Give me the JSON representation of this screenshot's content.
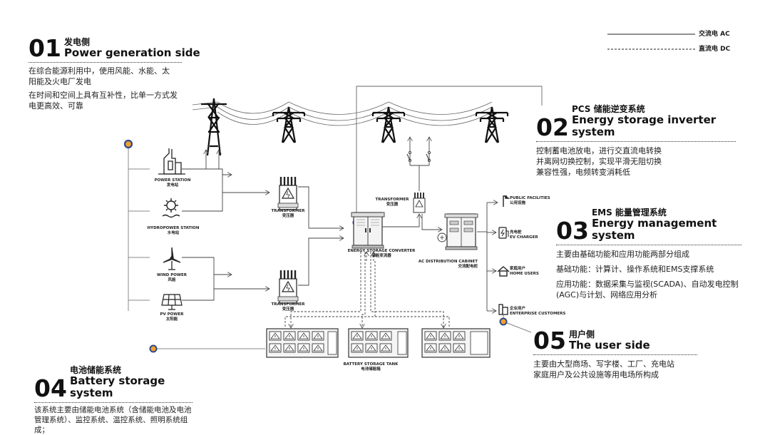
{
  "legend": {
    "ac": "交流电 AC",
    "dc": "直流电 DC"
  },
  "sections": {
    "s01": {
      "num": "01",
      "cn": "发电侧",
      "en": "Power generation side",
      "p1": "在综合能源利用中，使用风能、水能、太阳能及火电厂发电",
      "p2": "在时间和空间上具有互补性，比单一方式发电更高效、可靠"
    },
    "s02": {
      "num": "02",
      "cn": "PCS 储能逆变系统",
      "en": "Energy storage inverter system",
      "lines": [
        "控制蓄电池放电，进行交直流电转换",
        "并离网切换控制，实现平滑无阻切换",
        "兼容性强，电频转变消耗低"
      ]
    },
    "s03": {
      "num": "03",
      "cn": "EMS 能量管理系统",
      "en": "Energy management system",
      "p1": "主要由基础功能和应用功能两部分组成",
      "p2": "基础功能：计算计、操作系统和EMS支撑系统",
      "p3": "应用功能：数据采集与监视(SCADA)、自动发电控制(AGC)与计划、网络应用分析"
    },
    "s04": {
      "num": "04",
      "cn": "电池储能系统",
      "en": "Battery storage system",
      "p1": "该系统主要由储能电池系统（含储能电池及电池管理系统）、监控系统、温控系统、照明系统组成；"
    },
    "s05": {
      "num": "05",
      "cn": "用户侧",
      "en": "The user side",
      "p1": "主要由大型商场、写字楼、工厂、充电站",
      "p2": "家庭用户及公共设施等用电场所构成"
    }
  },
  "labels": {
    "power_station": [
      "POWER STATION",
      "发电站"
    ],
    "hydro_station": [
      "HYDROPOWER STATION",
      "水电站"
    ],
    "wind_power": [
      "WIND POWER",
      "风能"
    ],
    "pv_power": [
      "PV POWER",
      "太阳能"
    ],
    "transformer_1": [
      "TRANSFORMER",
      "变压器"
    ],
    "transformer_2": [
      "TRANSFORMER",
      "变压器"
    ],
    "transformer_3": [
      "TRANSFORMER",
      "变压器"
    ],
    "converter": [
      "ENERGY STORAGE CONVERTER",
      "储能变流器"
    ],
    "ac_cabinet": [
      "AC DISTRIBUTION CABINET",
      "交流配电柜"
    ],
    "battery_tank": [
      "BATTERY STORAGE TANK",
      "电池储能箱"
    ],
    "public": [
      "PUBLIC FACILITIES",
      "公用设施"
    ],
    "ev": [
      "充电桩",
      "EV CHARGER"
    ],
    "home": [
      "家庭用户",
      "HOME USERS"
    ],
    "enterprise": [
      "企业用户",
      "ENTERPRISE CUSTOMERS"
    ]
  },
  "colors": {
    "accent": "#f0a030",
    "node": "#2d4b8a",
    "line": "#555555"
  },
  "icons": [
    "power-station-icon",
    "hydropower-icon",
    "wind-turbine-icon",
    "solar-panel-icon",
    "pylon-icon",
    "transformer-icon",
    "converter-cabinet-icon",
    "distribution-cabinet-icon",
    "battery-container-icon",
    "streetlight-icon",
    "ev-charger-icon",
    "house-icon",
    "office-building-icon"
  ]
}
